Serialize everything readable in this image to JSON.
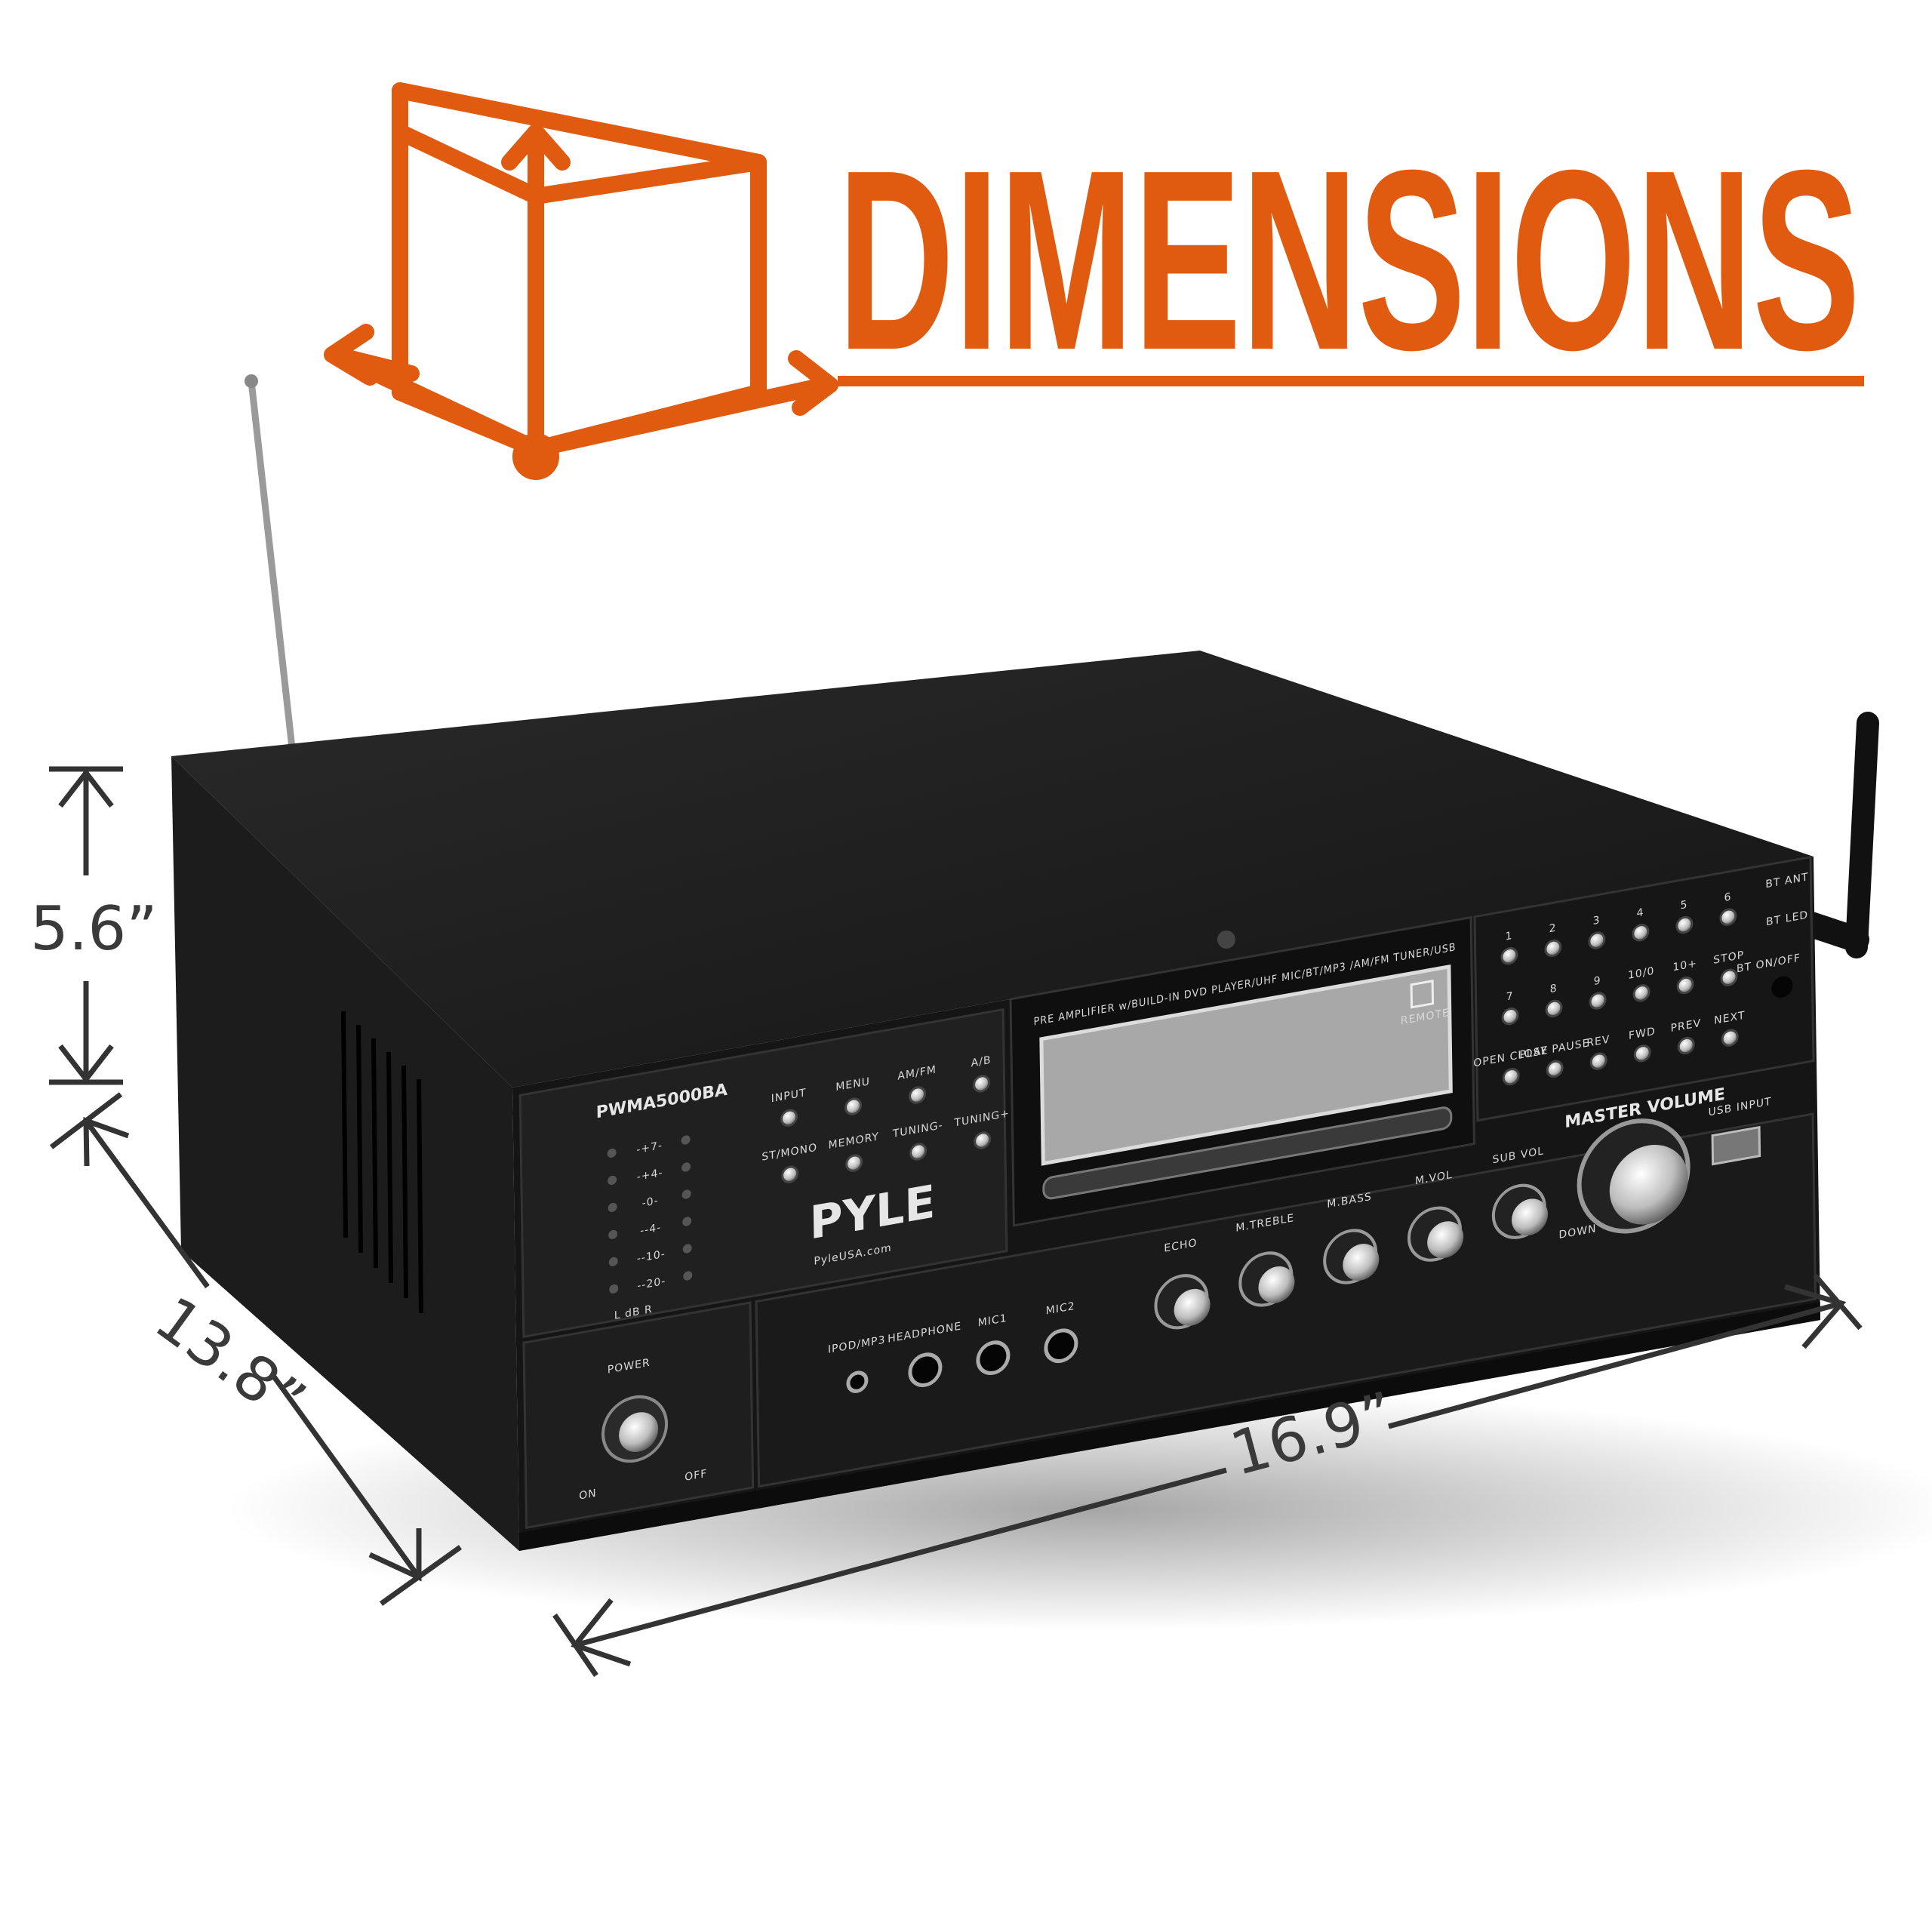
{
  "header": {
    "title": "DIMENSIONS",
    "accent_color": "#e05a10",
    "icon": "box-dimensions-icon"
  },
  "dimensions": {
    "height": "5.6”",
    "depth": "13.8”",
    "width": "16.9”"
  },
  "device": {
    "model": "PWMA5000BA",
    "brand": "PYLE",
    "website": "PyleUSA.com",
    "meter": {
      "levels": [
        "-+7-",
        "-+4-",
        "-0-",
        "--4-",
        "--10-",
        "--20-"
      ],
      "footer": "L  dB  R"
    },
    "tuner_buttons": [
      "INPUT",
      "MENU",
      "AM/FM",
      "A/B",
      "ST/MONO",
      "MEMORY",
      "TUNING-",
      "TUNING+"
    ],
    "power": {
      "label": "POWER",
      "on": "ON",
      "off": "OFF"
    },
    "jacks": [
      "IPOD/MP3",
      "HEADPHONE",
      "MIC1",
      "MIC2"
    ],
    "display_caption": "PRE AMPLIFIER w/BUILD-IN DVD PLAYER/UHF MIC/BT/MP3 /AM/FM TUNER/USB",
    "remote_label": "REMOTE",
    "knobs": [
      "ECHO",
      "M.TREBLE",
      "M.BASS",
      "M.VOL",
      "SUB VOL"
    ],
    "master_volume": "MASTER VOLUME",
    "down_label": "DOWN",
    "usb_label": "USB INPUT",
    "keypad": [
      "1",
      "2",
      "3",
      "4",
      "5",
      "6",
      "7",
      "8",
      "9",
      "10/0",
      "10+",
      "STOP",
      "OPEN CLOSE",
      "PLAY PAUSE",
      "REV",
      "FWD",
      "PREV",
      "NEXT"
    ],
    "bt": {
      "antenna": "BT ANT",
      "led": "BT LED",
      "switch": "BT ON/OFF"
    }
  }
}
